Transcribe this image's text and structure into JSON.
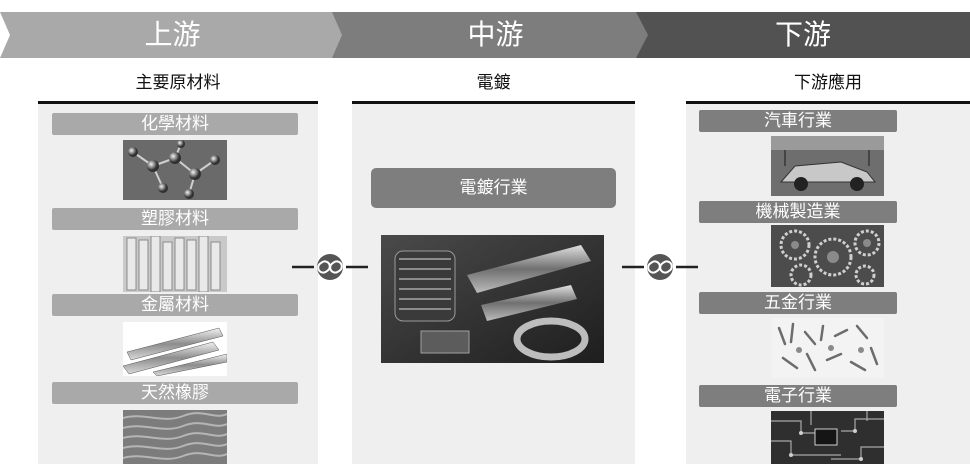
{
  "stages": [
    {
      "title": "上游",
      "subtitle": "主要原材料"
    },
    {
      "title": "中游",
      "subtitle": "電鍍"
    },
    {
      "title": "下游",
      "subtitle": "下游應用"
    }
  ],
  "upstream": {
    "items": [
      {
        "label": "化學材料",
        "image": "molecule-image"
      },
      {
        "label": "塑膠材料",
        "image": "plastic-pipes-image"
      },
      {
        "label": "金屬材料",
        "image": "metal-tubes-image"
      },
      {
        "label": "天然橡膠",
        "image": "rubber-sheets-image"
      }
    ]
  },
  "midstream": {
    "label": "電鍍行業",
    "image": "plated-parts-image"
  },
  "downstream": {
    "items": [
      {
        "label": "汽車行業",
        "image": "car-factory-image"
      },
      {
        "label": "機械製造業",
        "image": "gears-image"
      },
      {
        "label": "五金行業",
        "image": "hardware-image"
      },
      {
        "label": "電子行業",
        "image": "circuit-board-image"
      }
    ]
  },
  "colors": {
    "upstream": "#a9a9a9",
    "midstream": "#7d7d7d",
    "downstream": "#525252",
    "panel": "#efefef"
  },
  "icons": {
    "connector": "chain-link-icon"
  }
}
